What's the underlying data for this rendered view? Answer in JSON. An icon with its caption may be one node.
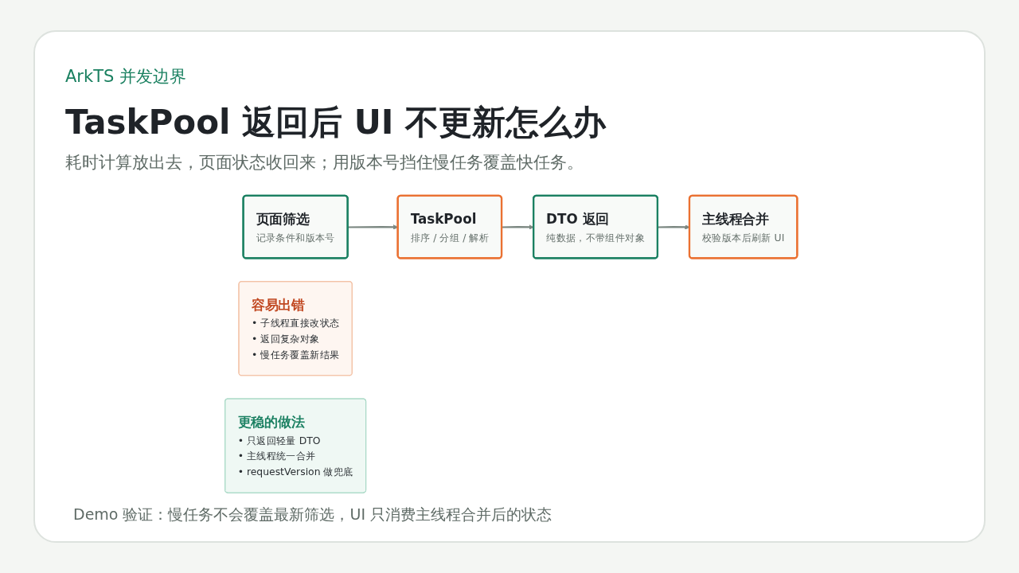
{
  "diagram": {
    "title": "TaskPool 返回后 UI 不更新怎么办",
    "caption": "Demo 验证：慢任务不会覆盖最新筛选，UI 只消费主线程合并后的状态",
    "nodes": [
      {
        "text": [
          "页面筛选",
          "记录条件和版本号"
        ]
      },
      {
        "text": [
          "TaskPool",
          "排序 / 分组 / 解析"
        ]
      },
      {
        "text": [
          "DTO 返回",
          "纯数据，不带组件对象"
        ]
      },
      {
        "text": [
          "主线程合并",
          "校验版本后刷新 UI"
        ]
      },
      {
        "text": [
          "容易出错",
          "• 子线程直接改状态",
          "• 返回复杂对象",
          "• 慢任务覆盖新结果"
        ]
      },
      {
        "text": [
          "更稳的做法",
          "• 只返回轻量 DTO",
          "• 主线程统一合并",
          "• requestVersion 做兜底"
        ]
      }
    ],
    "edges": [
      {
        "from": 0,
        "to": 1,
        "arrow": "to"
      },
      {
        "from": 1,
        "to": 2,
        "arrow": "to"
      },
      {
        "from": 2,
        "to": 3,
        "arrow": "to"
      }
    ],
    "labels": [
      "ArkTS 并发边界",
      "耗时计算放出去，页面状态收回来；用版本号挡住慢任务覆盖快任务。"
    ]
  }
}
